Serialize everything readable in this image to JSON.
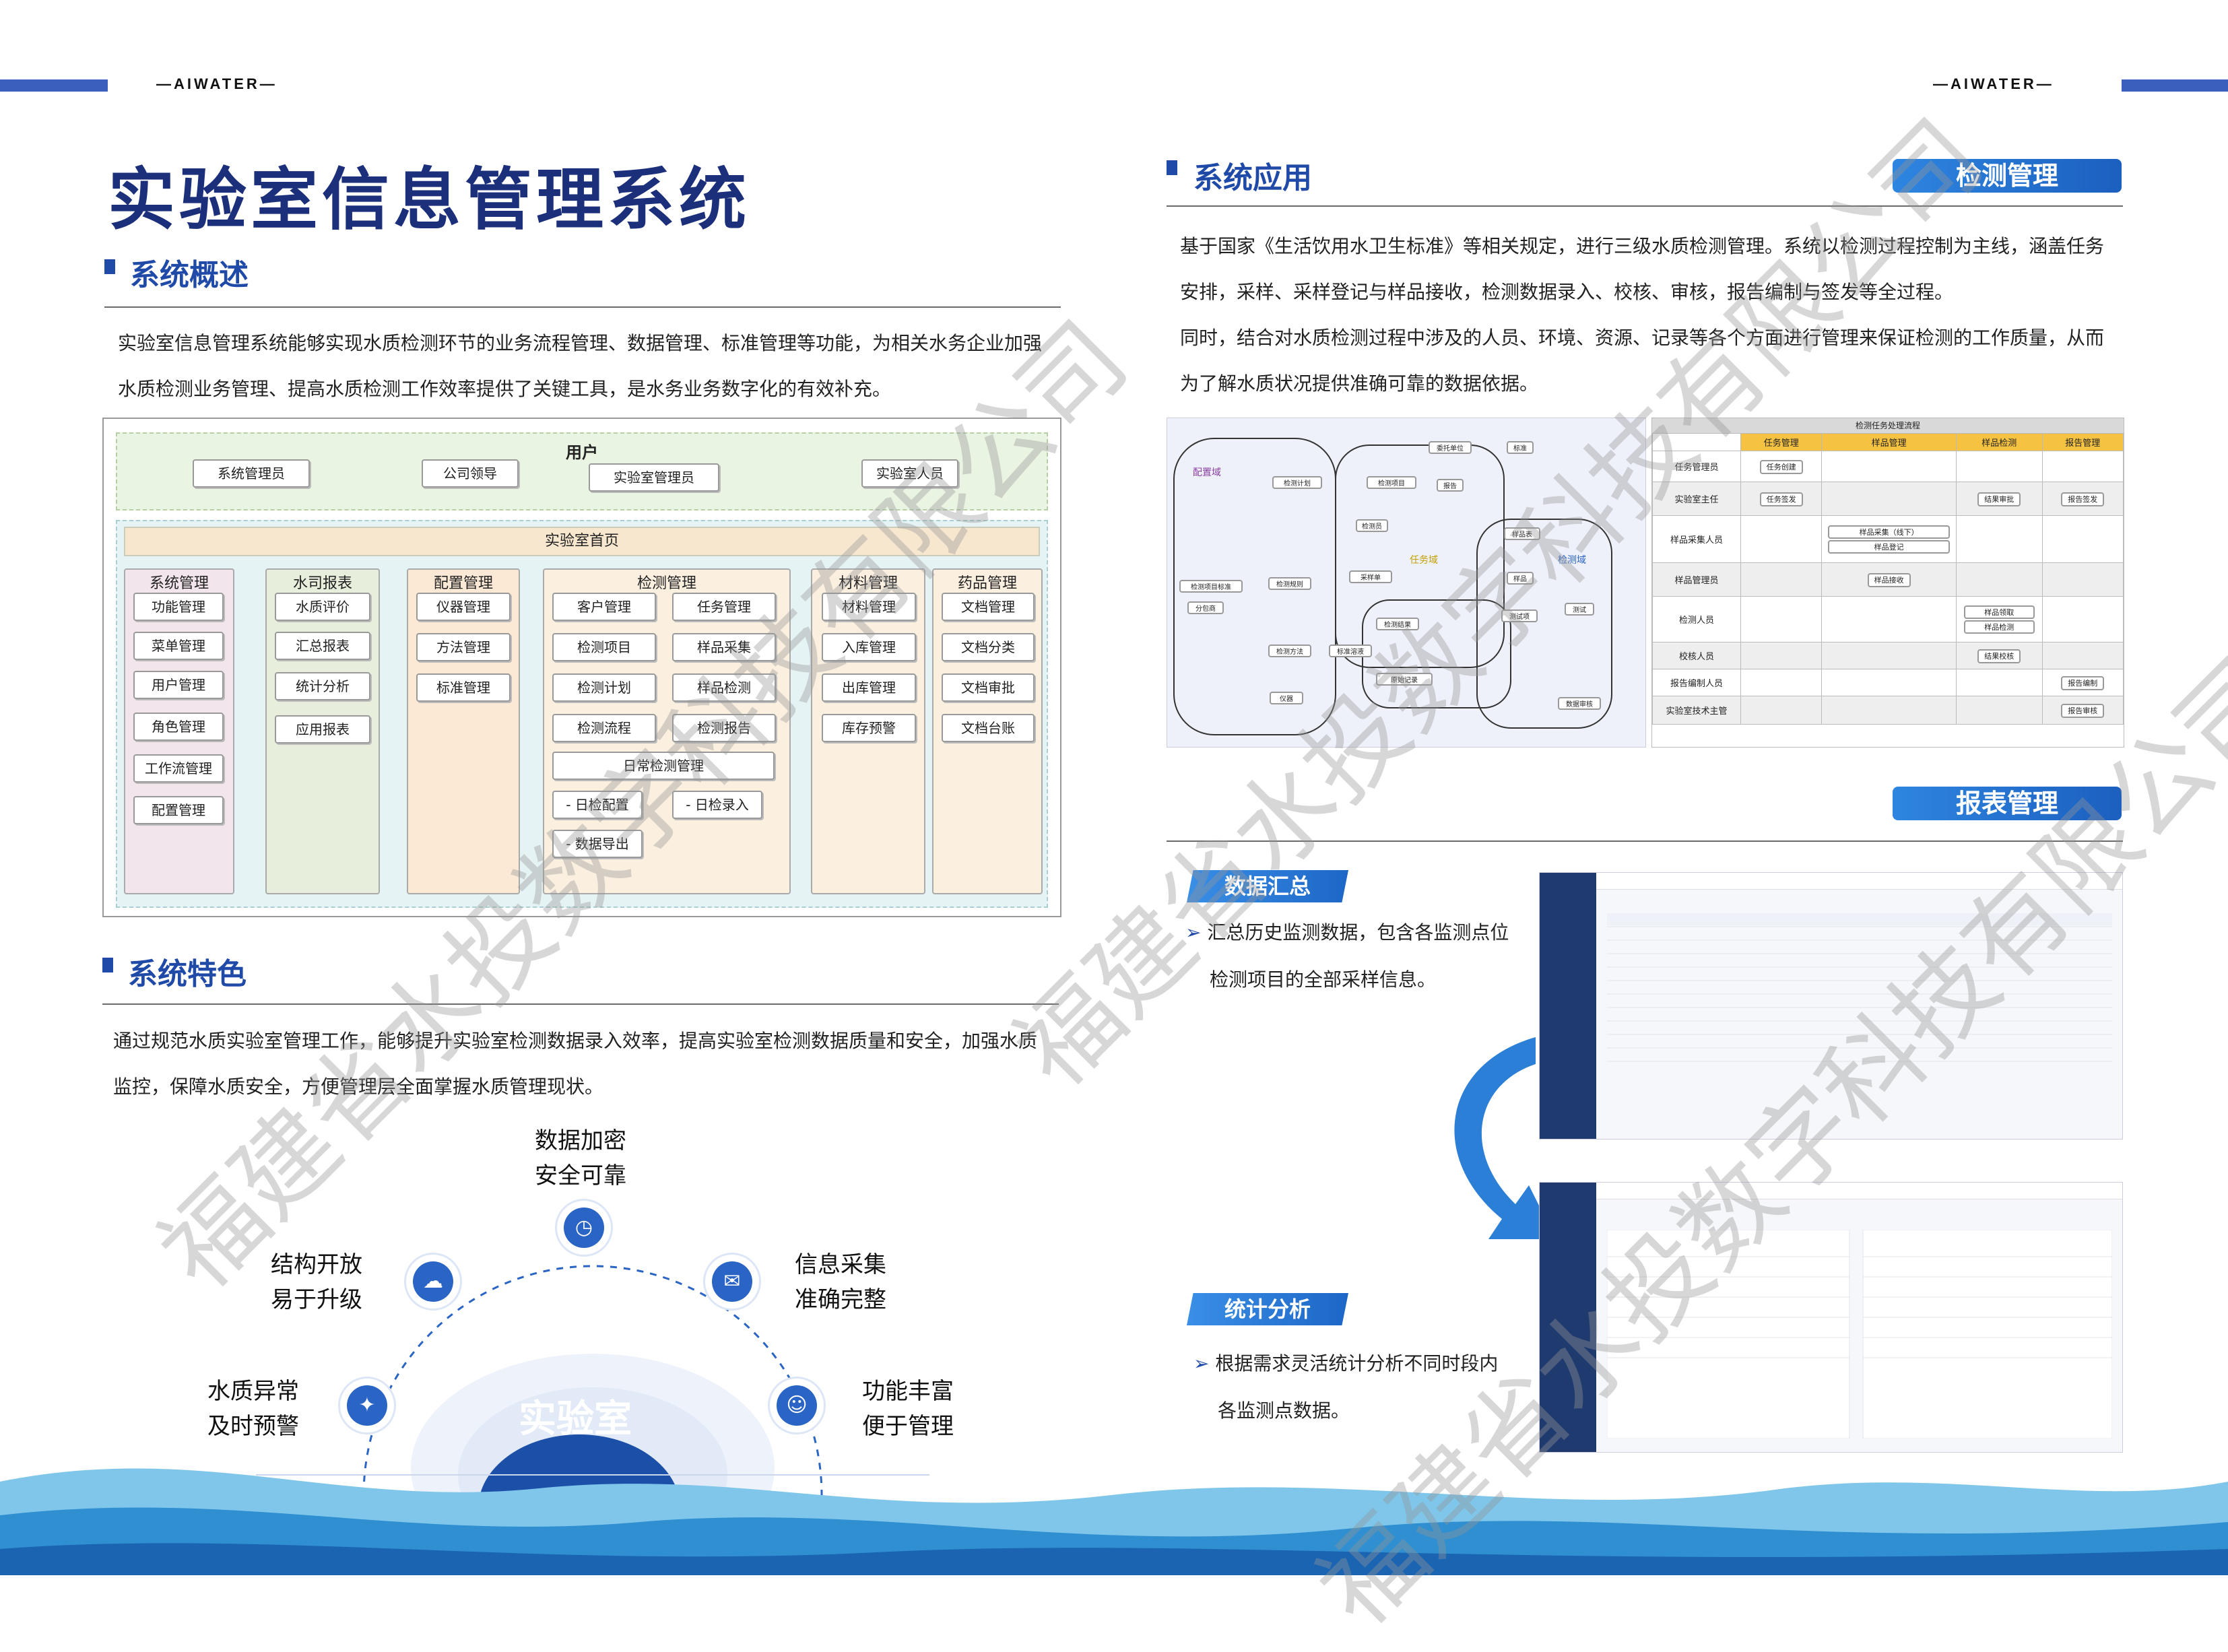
{
  "brand": "—AIWATER—",
  "title": "实验室信息管理系统",
  "overview": {
    "heading": "系统概述",
    "text_line1": "实验室信息管理系统能够实现水质检测环节的业务流程管理、数据管理、标准管理等功能，为相关水务企业加强",
    "text_line2": "水质检测业务管理、提高水质检测工作效率提供了关键工具，是水务业务数字化的有效补充。"
  },
  "architecture": {
    "users_title": "用户",
    "users": [
      "系统管理员",
      "公司领导",
      "实验室管理员",
      "实验室人员"
    ],
    "home": "实验室首页",
    "columns": [
      {
        "title": "系统管理",
        "items": [
          "功能管理",
          "菜单管理",
          "用户管理",
          "角色管理",
          "工作流管理",
          "配置管理"
        ]
      },
      {
        "title": "水司报表",
        "items": [
          "水质评价",
          "汇总报表",
          "统计分析",
          "应用报表"
        ]
      },
      {
        "title": "配置管理",
        "items": [
          "仪器管理",
          "方法管理",
          "标准管理"
        ]
      },
      {
        "title": "检测管理",
        "items": [
          "客户管理",
          "任务管理",
          "检测项目",
          "样品采集",
          "检测计划",
          "样品检测",
          "检测流程",
          "检测报告"
        ],
        "daily": "日常检测管理",
        "daily_items": [
          "- 日检配置",
          "- 日检录入",
          "- 数据导出"
        ]
      },
      {
        "title": "材料管理",
        "items": [
          "材料管理",
          "入库管理",
          "出库管理",
          "库存预警"
        ]
      },
      {
        "title": "药品管理",
        "items": [
          "文档管理",
          "文档分类",
          "文档审批",
          "文档台账"
        ]
      }
    ]
  },
  "features": {
    "heading": "系统特色",
    "text_line1": "通过规范水质实验室管理工作，能够提升实验室检测数据录入效率，提高实验室检测数据质量和安全，加强水质",
    "text_line2": "监控，保障水质安全，方便管理层全面掌握水质管理现状。",
    "center": "实验室",
    "items": [
      {
        "line1": "数据加密",
        "line2": "安全可靠",
        "icon": "timer-icon"
      },
      {
        "line1": "结构开放",
        "line2": "易于升级",
        "icon": "cloud-icon"
      },
      {
        "line1": "信息采集",
        "line2": "准确完整",
        "icon": "chat-icon"
      },
      {
        "line1": "水质异常",
        "line2": "及时预警",
        "icon": "bulb-icon"
      },
      {
        "line1": "功能丰富",
        "line2": "便于管理",
        "icon": "users-icon"
      }
    ]
  },
  "application": {
    "heading": "系统应用",
    "badge_detect": "检测管理",
    "text_line1": "基于国家《生活饮用水卫生标准》等相关规定，进行三级水质检测管理。系统以检测过程控制为主线，涵盖任务",
    "text_line2": "安排，采样、采样登记与样品接收，检测数据录入、校核、审核，报告编制与签发等全过程。",
    "text_line3": "同时，结合对水质检测过程中涉及的人员、环境、资源、记录等各个方面进行管理来保证检测的工作质量，从而",
    "text_line4": "为了解水质状况提供准确可靠的数据依据。",
    "domain_diagram": {
      "regions": [
        "配置域",
        "任务域",
        "检测域"
      ],
      "nodes": [
        "检测计划",
        "检测项目",
        "委托单位",
        "报告",
        "标准",
        "样品表",
        "检测员",
        "采样单",
        "样品",
        "检测项目标准",
        "分包商",
        "检测规则",
        "检测方法",
        "标准溶液",
        "测试",
        "测试项",
        "仪器",
        "检测结果",
        "原始记录",
        "数据审核"
      ]
    },
    "flow_table": {
      "title": "检测任务处理流程",
      "columns": [
        "任务管理",
        "样品管理",
        "样品检测",
        "报告管理"
      ],
      "rows": [
        "任务管理员",
        "实验室主任",
        "样品采集人员",
        "样品管理员",
        "检测人员",
        "校核人员",
        "报告编制人员",
        "实验室技术主管"
      ],
      "steps": [
        "任务创建",
        "任务签发",
        "样品采集（线下）",
        "样品登记",
        "样品接收",
        "结果审批",
        "样品领取",
        "样品检测",
        "结果校核",
        "报告编制",
        "报告审核",
        "报告签发"
      ]
    },
    "badge_report": "报表管理",
    "summary_tag": "数据汇总",
    "summary_line1": "汇总历史监测数据，包含各监测点位",
    "summary_line2": "检测项目的全部采样信息。",
    "stats_tag": "统计分析",
    "stats_line1": "根据需求灵活统计分析不同时段内",
    "stats_line2": "各监测点数据。"
  },
  "colors": {
    "primary": "#1c2f7a",
    "accent": "#1f4aa8",
    "bar": "#3b5fbd"
  }
}
